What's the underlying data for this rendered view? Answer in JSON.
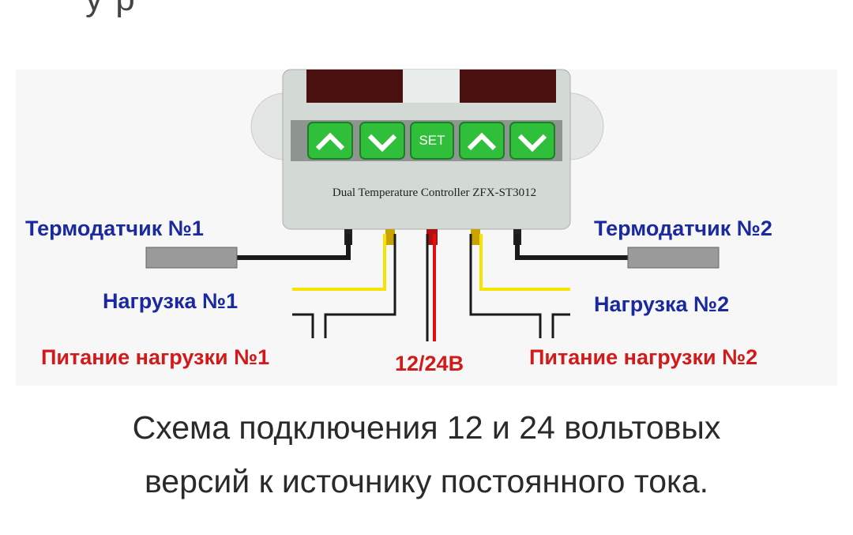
{
  "page": {
    "partial_top_text": "у р"
  },
  "device": {
    "title": "Dual Temperature Controller ZFX-ST3012",
    "set_label": "SET"
  },
  "labels": {
    "sensor1": "Термодатчик №1",
    "sensor2": "Термодатчик №2",
    "load1": "Нагрузка №1",
    "load2": "Нагрузка №2",
    "power_load1": "Питание нагрузки №1",
    "power_load2": "Питание нагрузки №2",
    "supply": "12/24В"
  },
  "caption": {
    "line1": "Схема подключения 12 и 24 вольтовых",
    "line2": "версий к источнику постоянного тока."
  },
  "colors": {
    "blue": "#1a2a9e",
    "red": "#d11a1a",
    "yellow": "#f5e400",
    "device": "#cfd6d2",
    "button": "#2fbf3a",
    "display": "#5a1414"
  }
}
